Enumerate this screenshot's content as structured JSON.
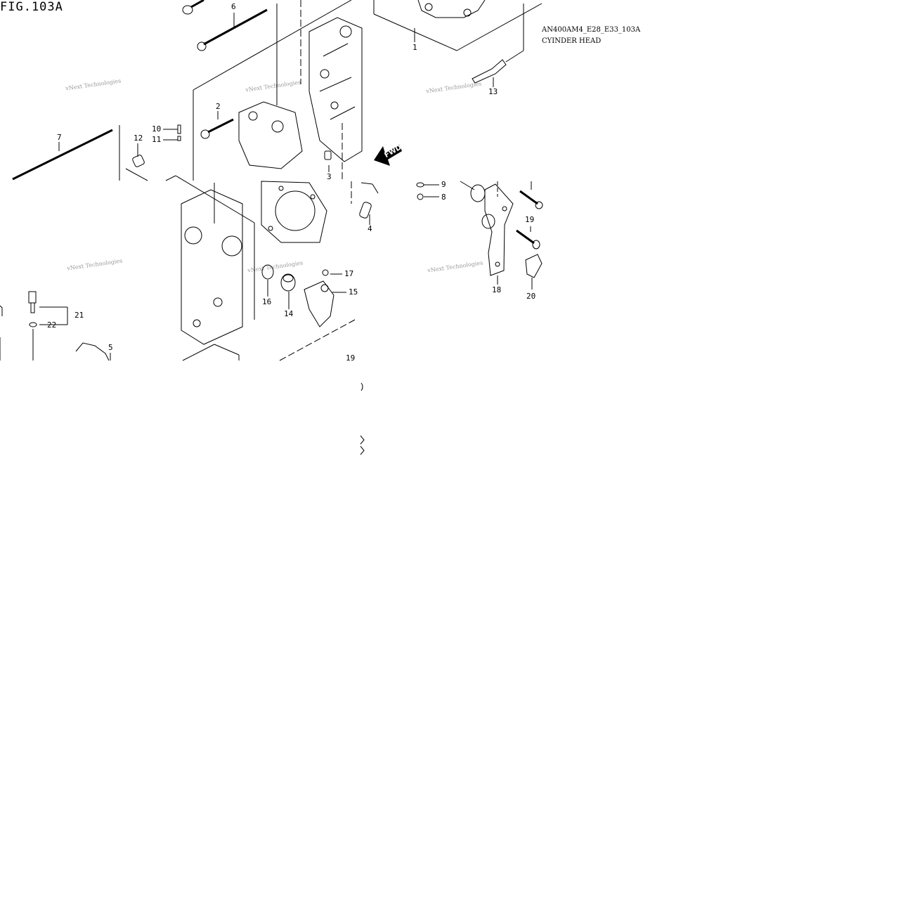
{
  "figure": {
    "title": "FIG.103A",
    "code": "AN400AM4_E28_E33_103A",
    "description": "CYINDER HEAD"
  },
  "watermark": "vNext Technologies",
  "fwd_label": "FWD",
  "callouts": [
    "1",
    "2",
    "3",
    "4",
    "5",
    "6",
    "7",
    "8",
    "9",
    "10",
    "11",
    "12",
    "13",
    "14",
    "15",
    "16",
    "17",
    "18",
    "19",
    "19",
    "20",
    "21",
    "22"
  ]
}
